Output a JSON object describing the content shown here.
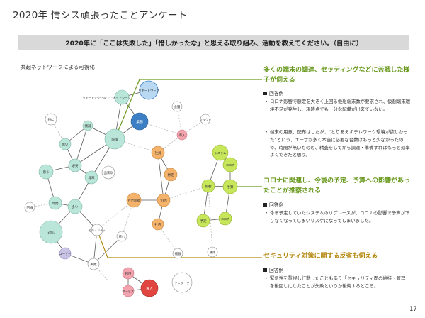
{
  "slide": {
    "title": "2020年 情シス頑張ったことアンケート",
    "question": "2020年に「ここは失敗した」「惜しかったな」と思える取り組み、活動を教えてください。（自由に）",
    "network_label": "共起ネットワークによる可視化",
    "page_number": "17"
  },
  "colors": {
    "title_rule": "#cc3333",
    "green_text": "#6a9a1f",
    "gold_text": "#b58a12",
    "teal_node": "#b9e6d8",
    "blue_node": "#3c7fc4",
    "yellow_green_node": "#c8e65a",
    "orange_node": "#f5b26b",
    "pink_node": "#f2a3ad",
    "red_node": "#e0453f",
    "lavender_node": "#c9c3e6",
    "white_node": "#ffffff"
  },
  "network": {
    "nodes": [
      {
        "label": "リモートワーク",
        "color": "lightblue"
      },
      {
        "label": "リモートアクセス",
        "color": "none"
      },
      {
        "label": "ネットワーク",
        "color": "teal"
      },
      {
        "label": "特に",
        "color": "white"
      },
      {
        "label": "機器",
        "color": "teal"
      },
      {
        "label": "環境",
        "color": "teal"
      },
      {
        "label": "業務",
        "color": "blue"
      },
      {
        "label": "会議",
        "color": "white"
      },
      {
        "label": "クラウド",
        "color": "white"
      },
      {
        "label": "導入",
        "color": "pink"
      },
      {
        "label": "思い",
        "color": "teal"
      },
      {
        "label": "必要",
        "color": "teal"
      },
      {
        "label": "端末",
        "color": "teal"
      },
      {
        "label": "出来る",
        "color": "white"
      },
      {
        "label": "社員",
        "color": "orange"
      },
      {
        "label": "想定",
        "color": "orange"
      },
      {
        "label": "システム",
        "color": "yellowgreen"
      },
      {
        "label": "コロナ",
        "color": "yellowgreen"
      },
      {
        "label": "影響",
        "color": "yellowgreen"
      },
      {
        "label": "予算",
        "color": "yellowgreen"
      },
      {
        "label": "予定",
        "color": "yellowgreen"
      },
      {
        "label": "コロナ",
        "color": "yellowgreen"
      },
      {
        "label": "思う",
        "color": "teal"
      },
      {
        "label": "時間",
        "color": "teal"
      },
      {
        "label": "多い",
        "color": "teal"
      },
      {
        "label": "在宅勤務",
        "color": "orange"
      },
      {
        "label": "VPN",
        "color": "orange"
      },
      {
        "label": "社内",
        "color": "orange"
      },
      {
        "label": "回線",
        "color": "white"
      },
      {
        "label": "対応",
        "color": "teal"
      },
      {
        "label": "セキュリティ",
        "color": "white"
      },
      {
        "label": "進む",
        "color": "white"
      },
      {
        "label": "ユーザー",
        "color": "lavender"
      },
      {
        "label": "失敗",
        "color": "white"
      },
      {
        "label": "機器",
        "color": "white"
      },
      {
        "label": "運用",
        "color": "white"
      },
      {
        "label": "利用",
        "color": "pink"
      },
      {
        "label": "サービス",
        "color": "pink"
      },
      {
        "label": "導入",
        "color": "red"
      },
      {
        "label": "テレワーク",
        "color": "white"
      }
    ]
  },
  "findings": [
    {
      "headline": "多くの端末の調達、セッティングなどに苦戦した様子が伺える",
      "example_label": "回答例",
      "bullets": [
        "コロナ影響で想定を大きく上回る仮想端末数が要求され、仮想端末環境不足が発生し、現時点でも十分な配備が出来ていない。",
        "端末の用意、配布はしたが、“とりあえずテレワーク環境が欲しかった”という、ユーザが多く本当に必要な台数はもっと少なかったので、時間が無いものの、精査をしてから調達・準備すればもっと効率よくできたと思う。"
      ]
    },
    {
      "headline": "コロナに関連し、今後の予定、予算への影響があったことが推察される",
      "example_label": "回答例",
      "bullets": [
        "今年予定していたシステムのリプレースが、コロナの影響で予算が下りなくなってしまいリスケになってしまいました。"
      ]
    },
    {
      "headline": "セキュリティ対策に関する反省も伺える",
      "example_label": "回答例",
      "bullets": [
        "緊急性を重視し行動したこともあり「セキュリティ面の維持・管理」を後回しにしたことが失敗というか後悔するところ。"
      ]
    }
  ]
}
